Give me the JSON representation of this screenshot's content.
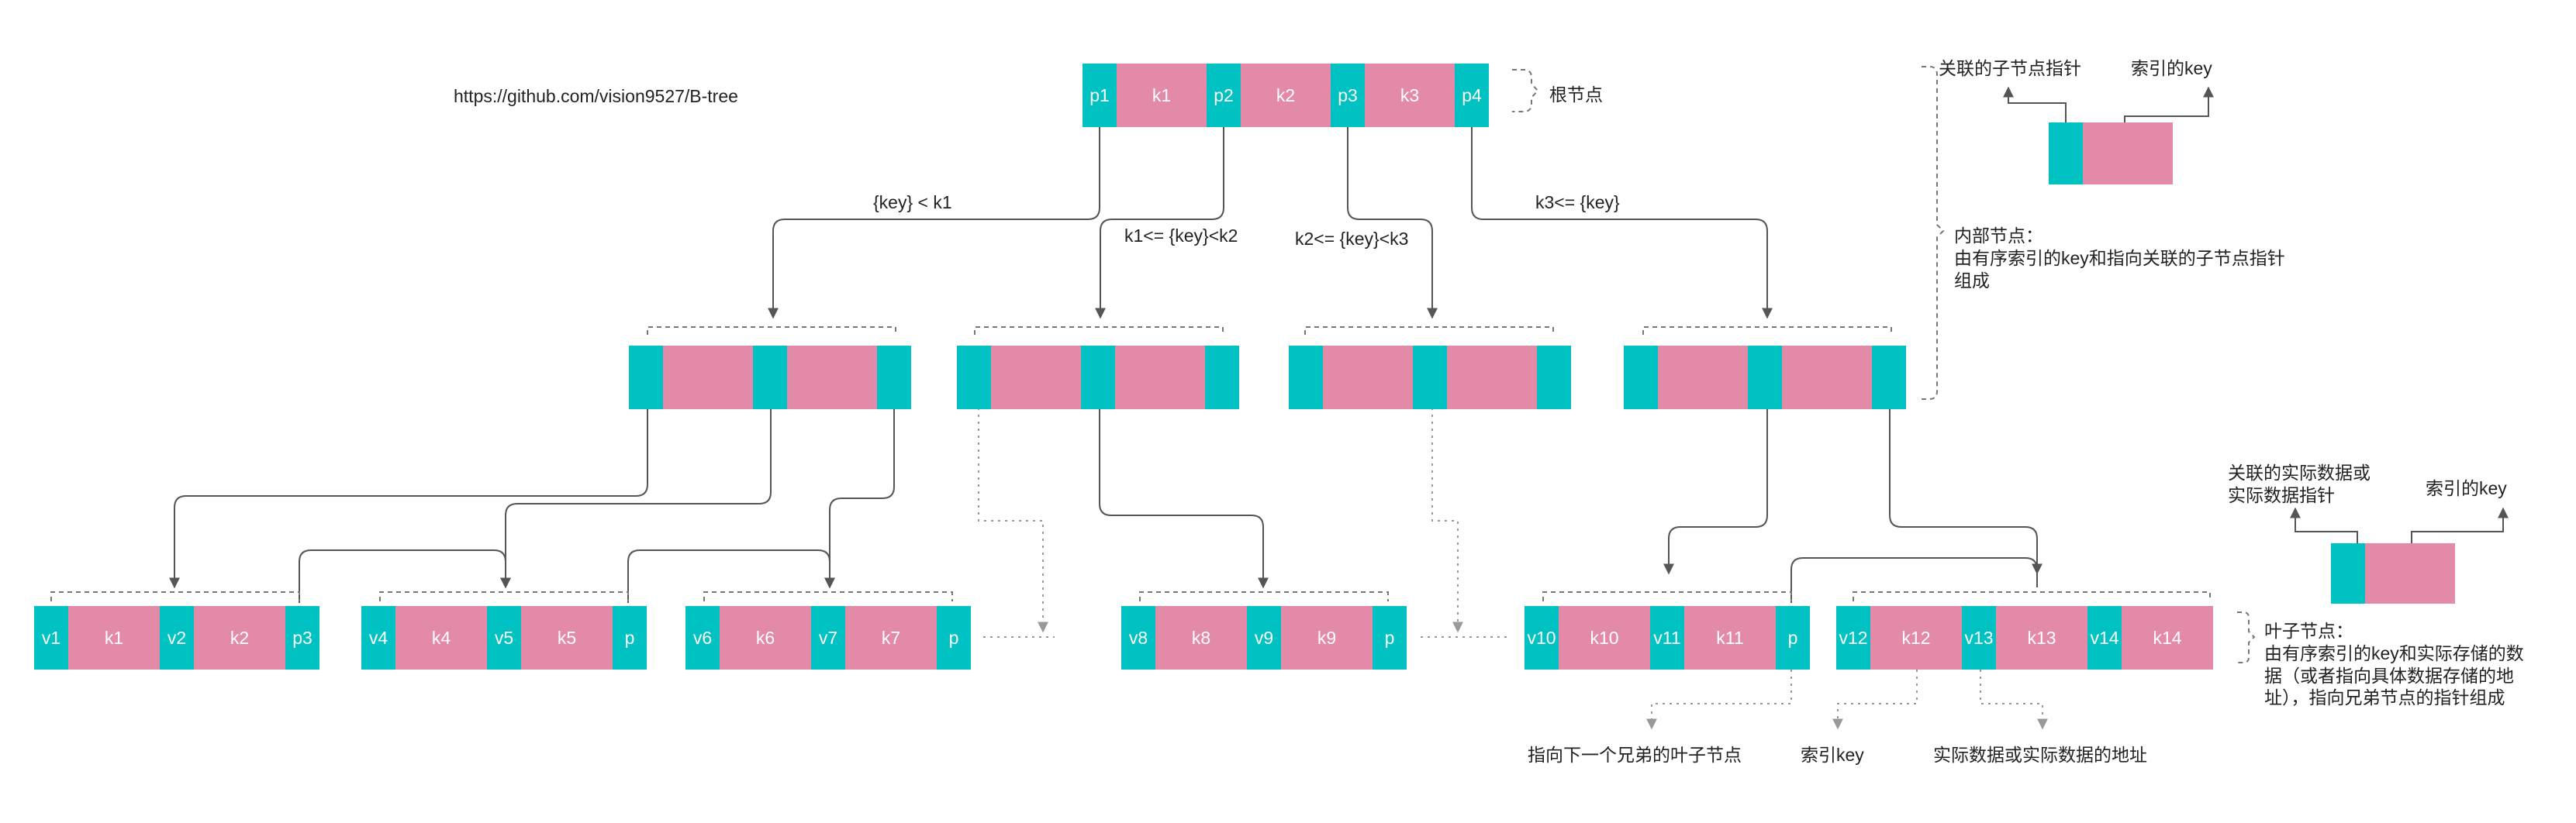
{
  "url": "https://github.com/vision9527/B-tree",
  "colors": {
    "pointer": "#00c2c2",
    "key": "#e48aa9",
    "line": "#555555",
    "bracket": "#777777",
    "dotted": "#999999"
  },
  "root": {
    "cells": [
      "p1",
      "k1",
      "p2",
      "k2",
      "p3",
      "k3",
      "p4"
    ],
    "label": "根节点"
  },
  "edge_labels": {
    "e1": "{key} < k1",
    "e2": "k1<= {key}<k2",
    "e3": "k2<= {key}<k3",
    "e4": "k3<= {key}"
  },
  "internal_nodes": [
    {
      "cells": [
        "",
        "",
        "",
        "",
        ""
      ]
    },
    {
      "cells": [
        "",
        "",
        "",
        "",
        ""
      ]
    },
    {
      "cells": [
        "",
        "",
        "",
        "",
        ""
      ]
    },
    {
      "cells": [
        "",
        "",
        "",
        "",
        ""
      ]
    }
  ],
  "leaf_nodes": [
    {
      "cells": [
        "v1",
        "k1",
        "v2",
        "k2",
        "p3"
      ]
    },
    {
      "cells": [
        "v4",
        "k4",
        "v5",
        "k5",
        "p"
      ]
    },
    {
      "cells": [
        "v6",
        "k6",
        "v7",
        "k7",
        "p"
      ]
    },
    {
      "cells": [
        "v8",
        "k8",
        "v9",
        "k9",
        "p"
      ]
    },
    {
      "cells": [
        "v10",
        "k10",
        "v11",
        "k11",
        "p"
      ]
    },
    {
      "cells": [
        "v12",
        "k12",
        "v13",
        "k13",
        "v14",
        "k14"
      ]
    }
  ],
  "legend_internal": {
    "child_pointer": "关联的子节点指针",
    "index_key": "索引的key",
    "desc_title": "内部节点：",
    "desc_line1": "由有序索引的key和指向关联的子节点指针",
    "desc_line2": "组成"
  },
  "legend_leaf": {
    "data_pointer_line1": "关联的实际数据或",
    "data_pointer_line2": "实际数据指针",
    "index_key": "索引的key",
    "desc_title": "叶子节点：",
    "desc_line1": "由有序索引的key和实际存储的数",
    "desc_line2": "据（或者指向具体数据存储的地",
    "desc_line3": "址），指向兄弟节点的指针组成"
  },
  "bottom_labels": {
    "next_leaf": "指向下一个兄弟的叶子节点",
    "index_key": "索引key",
    "actual_data": "实际数据或实际数据的地址"
  }
}
